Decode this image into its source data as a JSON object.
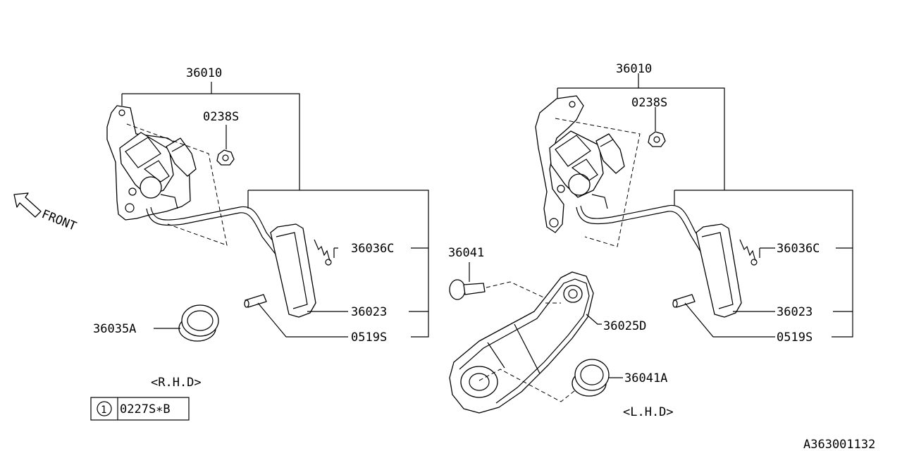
{
  "labels": {
    "left_assembly": "36010",
    "left_nut": "0238S",
    "left_spring": "36036C",
    "left_pad": "36023",
    "left_pin": "0519S",
    "left_stopper": "36035A",
    "right_assembly": "36010",
    "right_nut": "0238S",
    "right_spring": "36036C",
    "right_pad": "36023",
    "right_pin": "0519S",
    "bolt": "36041",
    "bracket": "36025D",
    "right_stopper": "36041A",
    "front": "FRONT",
    "rhd": "<R.H.D>",
    "lhd": "<L.H.D>",
    "diagram_code": "A363001132"
  },
  "legend": {
    "number": "1",
    "part": "0227S∗B"
  }
}
